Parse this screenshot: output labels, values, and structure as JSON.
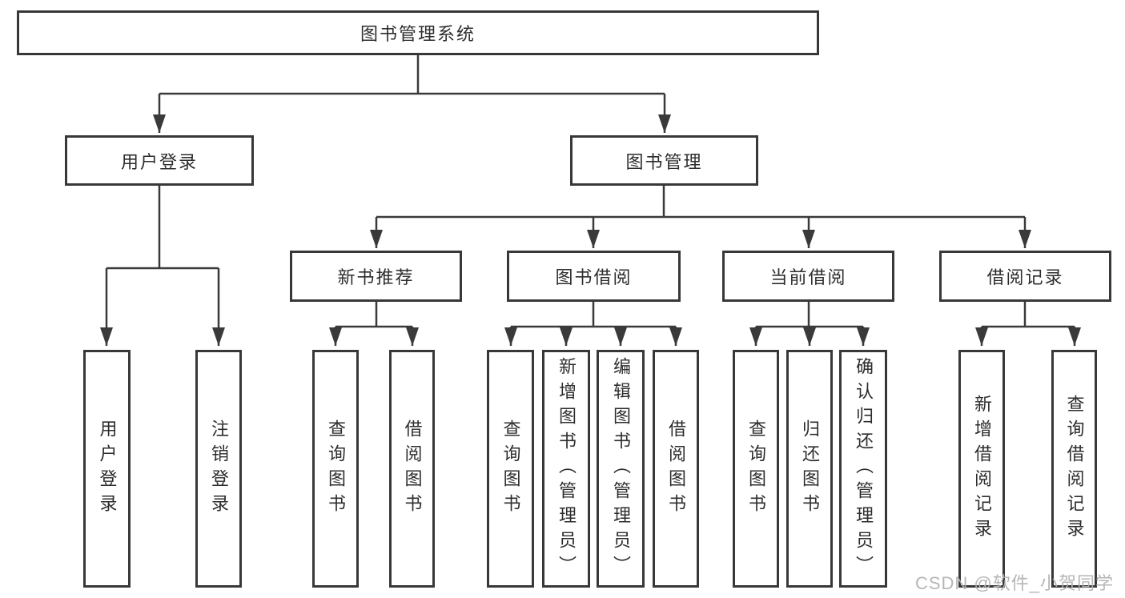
{
  "diagram": {
    "root": {
      "label": "图书管理系统"
    },
    "level2": [
      {
        "label": "用户登录"
      },
      {
        "label": "图书管理"
      }
    ],
    "level3": [
      {
        "label": "新书推荐"
      },
      {
        "label": "图书借阅"
      },
      {
        "label": "当前借阅"
      },
      {
        "label": "借阅记录"
      }
    ],
    "leaves": [
      {
        "label": "用户登录"
      },
      {
        "label": "注销登录"
      },
      {
        "label": "查询图书"
      },
      {
        "label": "借阅图书"
      },
      {
        "label": "查询图书"
      },
      {
        "label": "新增图书（管理员）"
      },
      {
        "label": "编辑图书（管理员）"
      },
      {
        "label": "借阅图书"
      },
      {
        "label": "查询图书"
      },
      {
        "label": "归还图书"
      },
      {
        "label": "确认归还（管理员）"
      },
      {
        "label": "新增借阅记录"
      },
      {
        "label": "查询借阅记录"
      }
    ]
  },
  "watermark": {
    "text": "CSDN @软件_小贺同学"
  },
  "colors": {
    "line": "#3a3a3a",
    "box_border": "#383838",
    "text": "#2d2d2d",
    "watermark": "#b2b2b2",
    "background": "#ffffff"
  }
}
